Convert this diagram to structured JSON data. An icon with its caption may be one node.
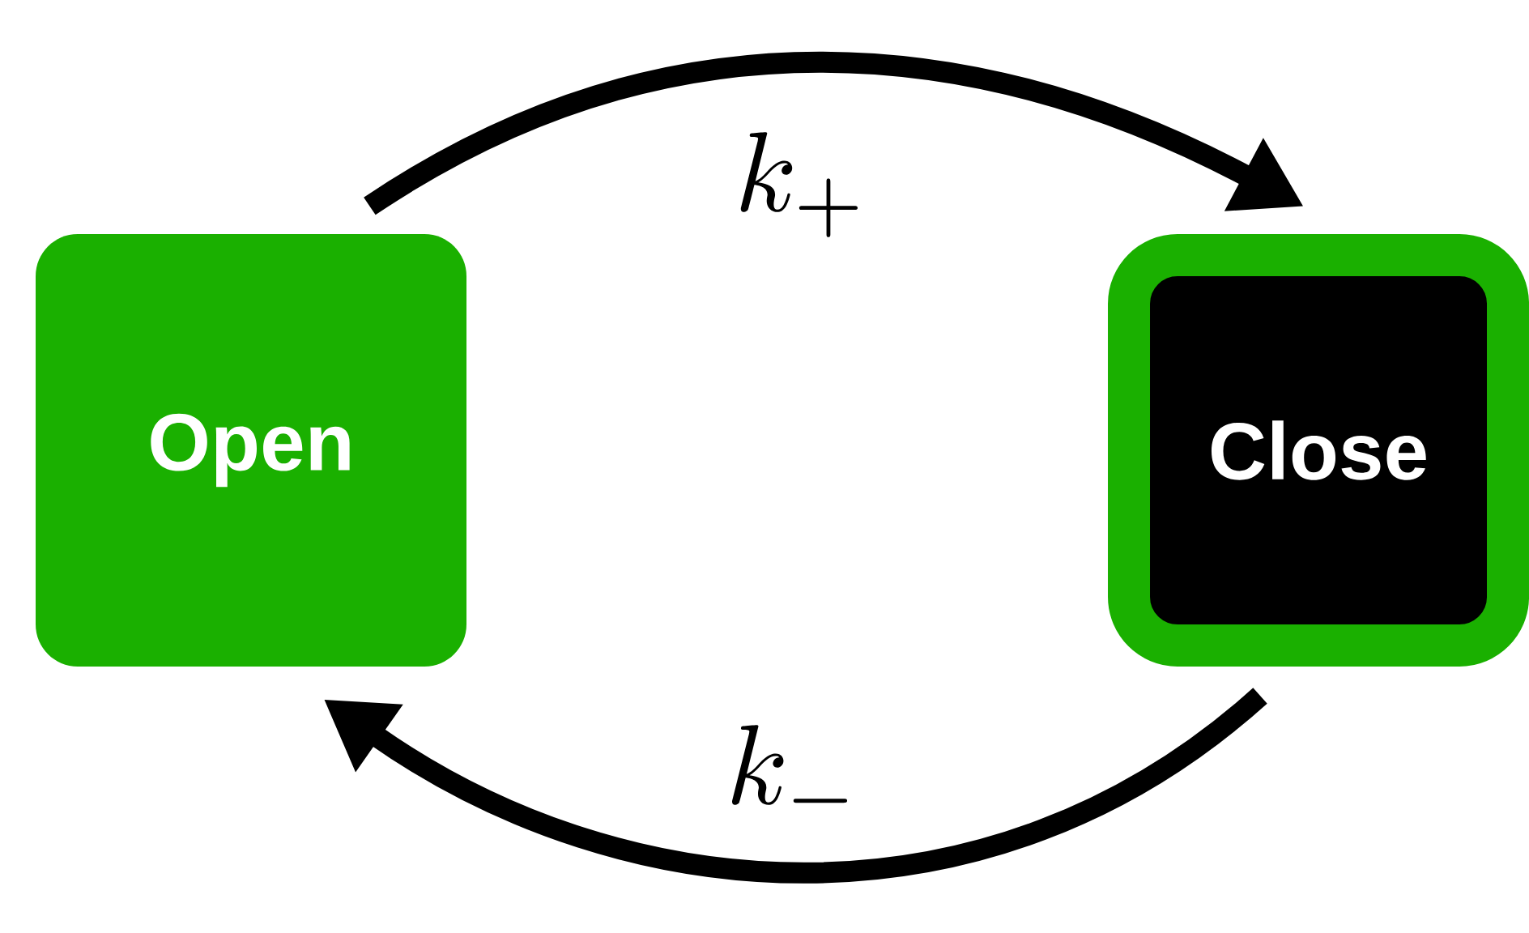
{
  "diagram": {
    "nodes": [
      {
        "text": [
          "Open"
        ]
      },
      {
        "text": [
          "Close"
        ]
      }
    ],
    "edges": [
      {
        "from": 0,
        "to": 1,
        "arrow": "to",
        "label": "k_{+}"
      },
      {
        "from": 1,
        "to": 0,
        "arrow": "to",
        "label": "k_{-}"
      }
    ]
  }
}
